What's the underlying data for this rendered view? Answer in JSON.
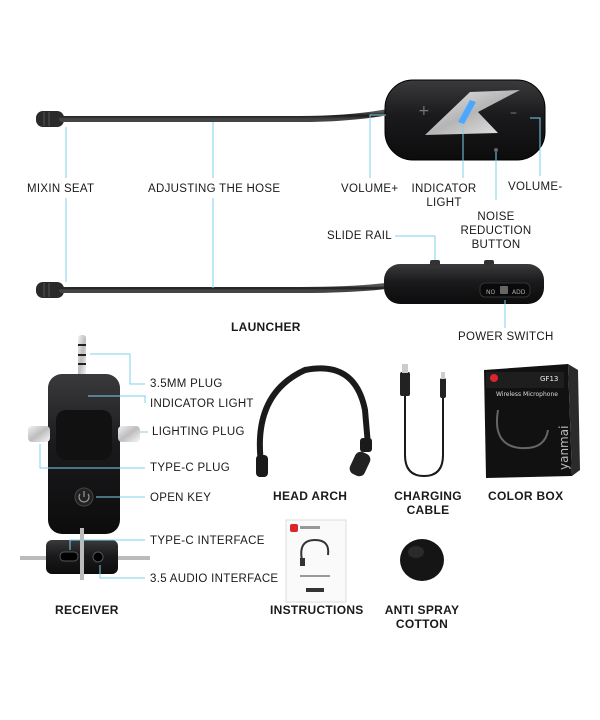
{
  "launcher": {
    "labels": {
      "mixin_seat": "MIXIN SEAT",
      "adjusting_hose": "ADJUSTING THE HOSE",
      "volume_plus": "VOLUME+",
      "indicator_light_1": "INDICATOR",
      "indicator_light_2": "LIGHT",
      "volume_minus": "VOLUME-",
      "noise_1": "NOISE",
      "noise_2": "REDUCTION",
      "noise_3": "BUTTON",
      "slide_rail": "SLIDE RAIL",
      "power_switch": "POWER SWITCH",
      "launcher": "LAUNCHER"
    },
    "switch_off": "NO",
    "switch_on": "ADD"
  },
  "receiver": {
    "labels": {
      "plug_35": "3.5MM PLUG",
      "indicator_light": "INDICATOR LIGHT",
      "lighting_plug": "LIGHTING PLUG",
      "typec_plug": "TYPE-C PLUG",
      "open_key": "OPEN KEY",
      "typec_interface": "TYPE-C INTERFACE",
      "audio_interface": "3.5 AUDIO INTERFACE",
      "receiver": "RECEIVER"
    }
  },
  "accessories": {
    "head_arch": "HEAD ARCH",
    "charging_1": "CHARGING",
    "charging_2": "CABLE",
    "color_box": "COLOR BOX",
    "instructions": "INSTRUCTIONS",
    "anti_1": "ANTI SPRAY",
    "anti_2": "COTTON"
  },
  "color_box": {
    "model": "GF13",
    "title": "Wireless Microphone",
    "brand": "yanmai"
  },
  "colors": {
    "device": "#1c1c1e",
    "accent_blue": "#4aa8ff",
    "callout_line": "#7fd0ee",
    "hose": "#2a2a2a",
    "logo_red": "#d9262c"
  }
}
